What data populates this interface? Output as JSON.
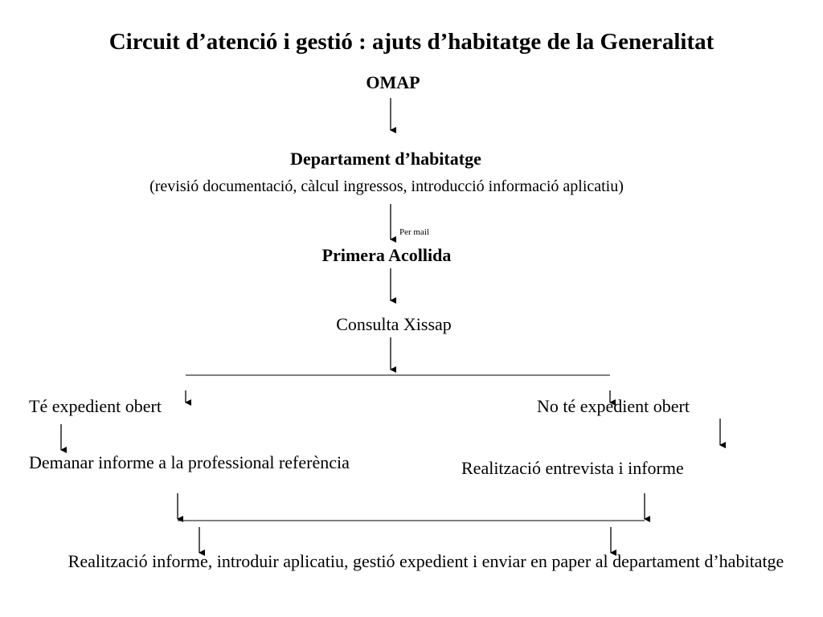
{
  "title": "Circuit d’atenció i gestió : ajuts d’habitatge de la Generalitat",
  "nodes": {
    "omap": "OMAP",
    "departament": "Departament d’habitatge",
    "departament_detail": "(revisió documentació, càlcul ingressos, introducció informació aplicatiu)",
    "per_mail": "Per mail",
    "primera_acollida": "Primera Acollida",
    "consulta_xissap": "Consulta Xissap",
    "te_expedient": "Té expedient obert",
    "no_te_expedient": "No té expedient obert",
    "demanar_informe": "Demanar informe a la professional referència",
    "realitzacio_entrevista": "Realització entrevista i informe",
    "final_step": "Realització informe,  introduir aplicatiu, gestió expedient i enviar en paper al departament d’habitatge"
  }
}
